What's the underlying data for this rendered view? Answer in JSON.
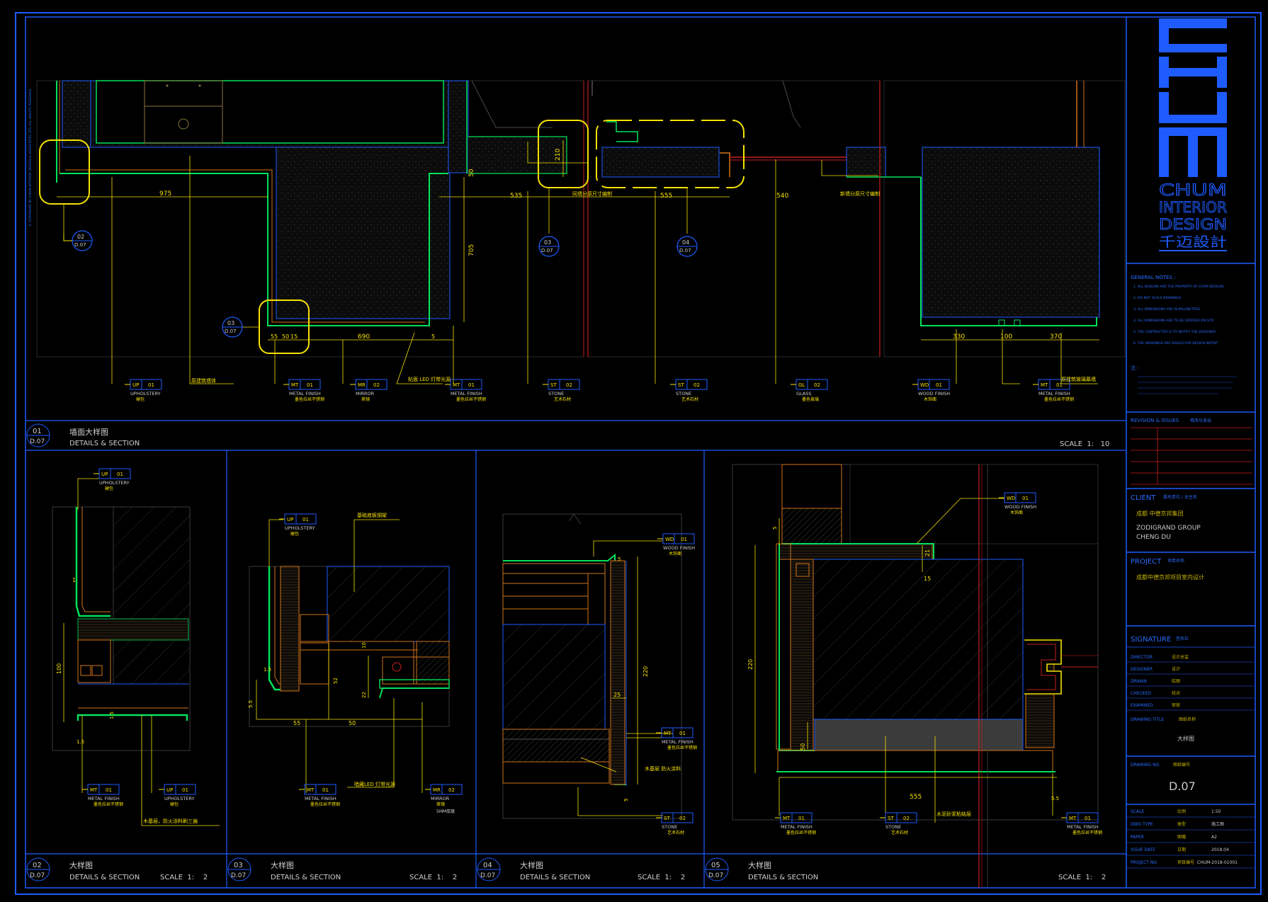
{
  "colors": {
    "frame": "#1f5cff",
    "steel": "#00e25a",
    "yellow": "#f6e200",
    "orange": "#d2731a",
    "red": "#c81e1e",
    "hatch": "#3a3a3a",
    "grey": "#3a3a3a",
    "text": "#cfcfcf"
  },
  "brand": {
    "logo_letters": "CHUM",
    "line1": "CHUM",
    "line2": "INTERIOR",
    "line3": "DESIGN",
    "cn": "千迈設計"
  },
  "notes": {
    "title": "GENERAL NOTES :",
    "items": [
      "1. ALL DESIGNS ARE THE PROPERTY OF CHUM DESIGNS",
      "2. DO NOT SCALE DRAWINGS",
      "3. ALL DIMENSIONS ARE IN MILLIMETERS",
      "4. ALL DIMENSIONS ARE TO BE VERIFIED ON SITE",
      "5. THE CONTRACTOR IS TO NOTIFY THE DESIGNER",
      "6. THE DRAWINGS ARE ISSUED FOR DESIGN INTENT"
    ],
    "cn_title": "注 :"
  },
  "revision": {
    "label": "REVISION & ISSUES",
    "cn": "修改与发出"
  },
  "client": {
    "label": "CLIENT",
    "cn": "委托单位 / 业主名",
    "name_cn": "成都 中德京邦集团",
    "name1": "ZODIGRAND GROUP",
    "name2": "CHENG DU"
  },
  "project": {
    "label": "PROJECT",
    "cn": "项目名称",
    "name_cn": "成都中德京邦项目室内设计"
  },
  "signature": {
    "label": "SIGNATURE",
    "cn": "签名栏",
    "rows": [
      {
        "k": "DIRECTOR",
        "v": "设计总监"
      },
      {
        "k": "DESIGNER",
        "v": "设计"
      },
      {
        "k": "DRAWN",
        "v": "绘图"
      },
      {
        "k": "CHECKED",
        "v": "校对"
      },
      {
        "k": "EXAMINED",
        "v": "审核"
      }
    ],
    "drawing_title_label": "DRAWING TITLE",
    "drawing_title_cn": "图纸名称",
    "drawing_title": "大样图"
  },
  "drawing_no": {
    "label": "DRAWING NO.",
    "cn": "图纸编号",
    "value": "D.07"
  },
  "meta": [
    {
      "k": "SCALE",
      "cn": "比例",
      "v": "1:50"
    },
    {
      "k": "DWG TYPE",
      "cn": "类型",
      "v": "施工图"
    },
    {
      "k": "PAPER",
      "cn": "图幅",
      "v": "A2"
    },
    {
      "k": "ISSUE DATE",
      "cn": "日期",
      "v": "2018.04"
    },
    {
      "k": "PROJECT NO",
      "cn": "项目编号",
      "v": "CHUM-2018-01001"
    }
  ],
  "views": {
    "v01": {
      "num": "01",
      "ref": "D.07",
      "cn": "墙面大样图",
      "en": "DETAILS & SECTION",
      "scale": "SCALE  1:   10"
    },
    "v02": {
      "num": "02",
      "ref": "D.07",
      "cn": "大样图",
      "en": "DETAILS & SECTION",
      "scale": "SCALE  1:    2"
    },
    "v03": {
      "num": "03",
      "ref": "D.07",
      "cn": "大样图",
      "en": "DETAILS & SECTION",
      "scale": "SCALE  1:    2"
    },
    "v04": {
      "num": "04",
      "ref": "D.07",
      "cn": "大样图",
      "en": "DETAILS & SECTION",
      "scale": "SCALE  1:    2"
    },
    "v05": {
      "num": "05",
      "ref": "D.07",
      "cn": "大样图",
      "en": "DETAILS & SECTION",
      "scale": "SCALE  1:    2"
    }
  },
  "callouts": [
    {
      "num": "02",
      "ref": "D.07"
    },
    {
      "num": "03",
      "ref": "D.07"
    },
    {
      "num": "04",
      "ref": "D.07"
    },
    {
      "num": "03",
      "ref": "D.07"
    }
  ],
  "dims_top": [
    "975",
    "535",
    "555",
    "540",
    "705",
    "50",
    "210",
    "690",
    "55",
    "50",
    "15",
    "5",
    "330",
    "100",
    "370"
  ],
  "notes_top": [
    "原建筑墙体",
    "贴面 LED 灯带光源",
    "同墙分原尺寸编制",
    "原建筑玻璃幕墙",
    "新墙分原尺寸编制"
  ],
  "tags_top": [
    {
      "code": "UP",
      "n": "01",
      "en": "UPHOLSTERY",
      "cn": "硬包"
    },
    {
      "code": "MT",
      "n": "01",
      "en": "METAL FINISH",
      "cn": "墨色拉丝不锈钢"
    },
    {
      "code": "MR",
      "n": "02",
      "en": "MIRROR",
      "cn": "茶镜"
    },
    {
      "code": "MT",
      "n": "01",
      "en": "METAL FINISH",
      "cn": "墨色拉丝不锈钢"
    },
    {
      "code": "ST",
      "n": "02",
      "en": "STONE",
      "cn": "艺术石材"
    },
    {
      "code": "ST",
      "n": "02",
      "en": "STONE",
      "cn": "艺术石材"
    },
    {
      "code": "GL",
      "n": "02",
      "en": "GLASS",
      "cn": "墨色玻璃"
    },
    {
      "code": "WD",
      "n": "01",
      "en": "WOOD FINISH",
      "cn": "木饰面"
    },
    {
      "code": "MT",
      "n": "01",
      "en": "METAL FINISH",
      "cn": "墨色拉丝不锈钢"
    }
  ],
  "v02_tags": [
    {
      "code": "UP",
      "n": "01",
      "en": "UPHOLSTERY",
      "cn": "硬包"
    },
    {
      "code": "MT",
      "n": "01",
      "en": "METAL FINISH",
      "cn": "墨色拉丝不锈钢"
    },
    {
      "code": "UP",
      "n": "01",
      "en": "UPHOLSTERY",
      "cn": "硬包"
    }
  ],
  "v02_dims": [
    "1",
    "100",
    "1.5",
    "1.5"
  ],
  "v02_note": "木基层，防火涂料刷三遍",
  "v03_tags": [
    {
      "code": "UP",
      "n": "01",
      "en": "UPHOLSTERY",
      "cn": "硬包"
    },
    {
      "code": "MT",
      "n": "01",
      "en": "METAL FINISH",
      "cn": "墨色拉丝不锈钢"
    },
    {
      "code": "MR",
      "n": "02",
      "en": "MIRROR",
      "cn": "茶镜",
      "extra": "5MM厚度"
    }
  ],
  "v03_dims": [
    "1.5",
    "5.5",
    "55",
    "50",
    "10",
    "22",
    "52"
  ],
  "v03_notes": [
    "基础底板钢架",
    "暗藏LED 灯带光源"
  ],
  "v04_tags": [
    {
      "code": "WD",
      "n": "01",
      "en": "WOOD FINISH",
      "cn": "木饰面"
    },
    {
      "code": "MT",
      "n": "01",
      "en": "METAL FINISH",
      "cn": "墨色拉丝不锈钢"
    },
    {
      "code": "ST",
      "n": "02",
      "en": "STONE",
      "cn": "艺术石材"
    }
  ],
  "v04_dims": [
    "5",
    "220",
    "25",
    "5"
  ],
  "v04_note": "木基层 防火涂料",
  "v05_tags": [
    {
      "code": "WD",
      "n": "01",
      "en": "WOOD FINISH",
      "cn": "木饰面"
    },
    {
      "code": "MT",
      "n": "01",
      "en": "METAL FINISH",
      "cn": "墨色拉丝不锈钢"
    },
    {
      "code": "ST",
      "n": "02",
      "en": "STONE",
      "cn": "艺术石材"
    },
    {
      "code": "MT",
      "n": "01",
      "en": "METAL FINISH",
      "cn": "墨色拉丝不锈钢"
    }
  ],
  "v05_dims": [
    "5",
    "21",
    "15",
    "220",
    "50",
    "555",
    "5.5"
  ],
  "v05_note": "水泥砂浆粘结层",
  "copyright": "© COPYRIGHT BY CHUM INTERIOR DESIGN & ASSOCIATES LTD. ALL RIGHTS RESERVED"
}
